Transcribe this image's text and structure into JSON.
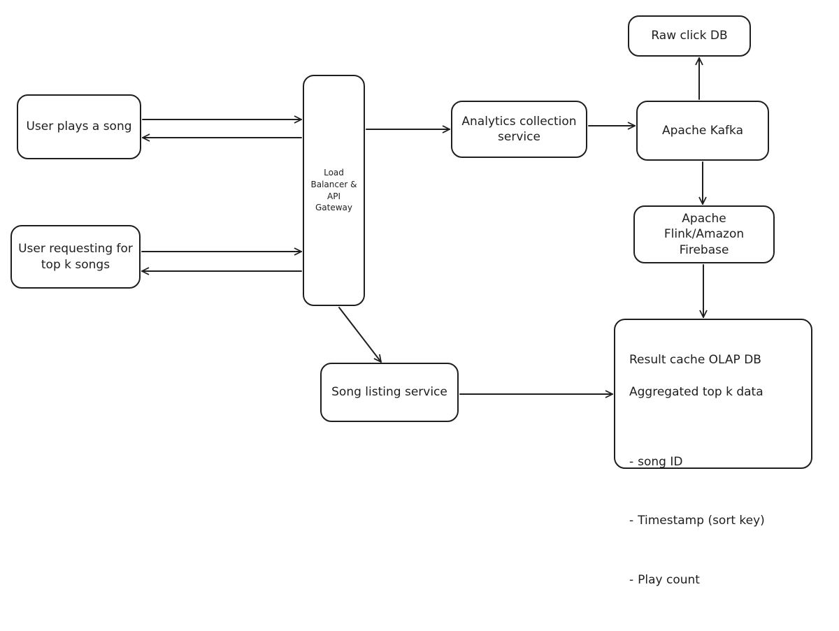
{
  "nodes": {
    "user_plays": "User plays a song",
    "user_requesting": "User requesting for\ntop k songs",
    "load_balancer": "Load\nBalancer &\nAPI\nGateway",
    "analytics": "Analytics collection\nservice",
    "kafka": "Apache Kafka",
    "raw_click": "Raw click DB",
    "flink": "Apache\nFlink/Amazon\nFirebase",
    "song_listing": "Song listing service",
    "result_cache": {
      "title_line1": "Result cache OLAP DB",
      "title_line2": "Aggregated top k data",
      "items": [
        "song ID",
        "Timestamp (sort key)",
        "Play count"
      ],
      "item_prefix": "-"
    }
  },
  "colors": {
    "stroke": "#1e1e1e",
    "background": "#ffffff"
  }
}
